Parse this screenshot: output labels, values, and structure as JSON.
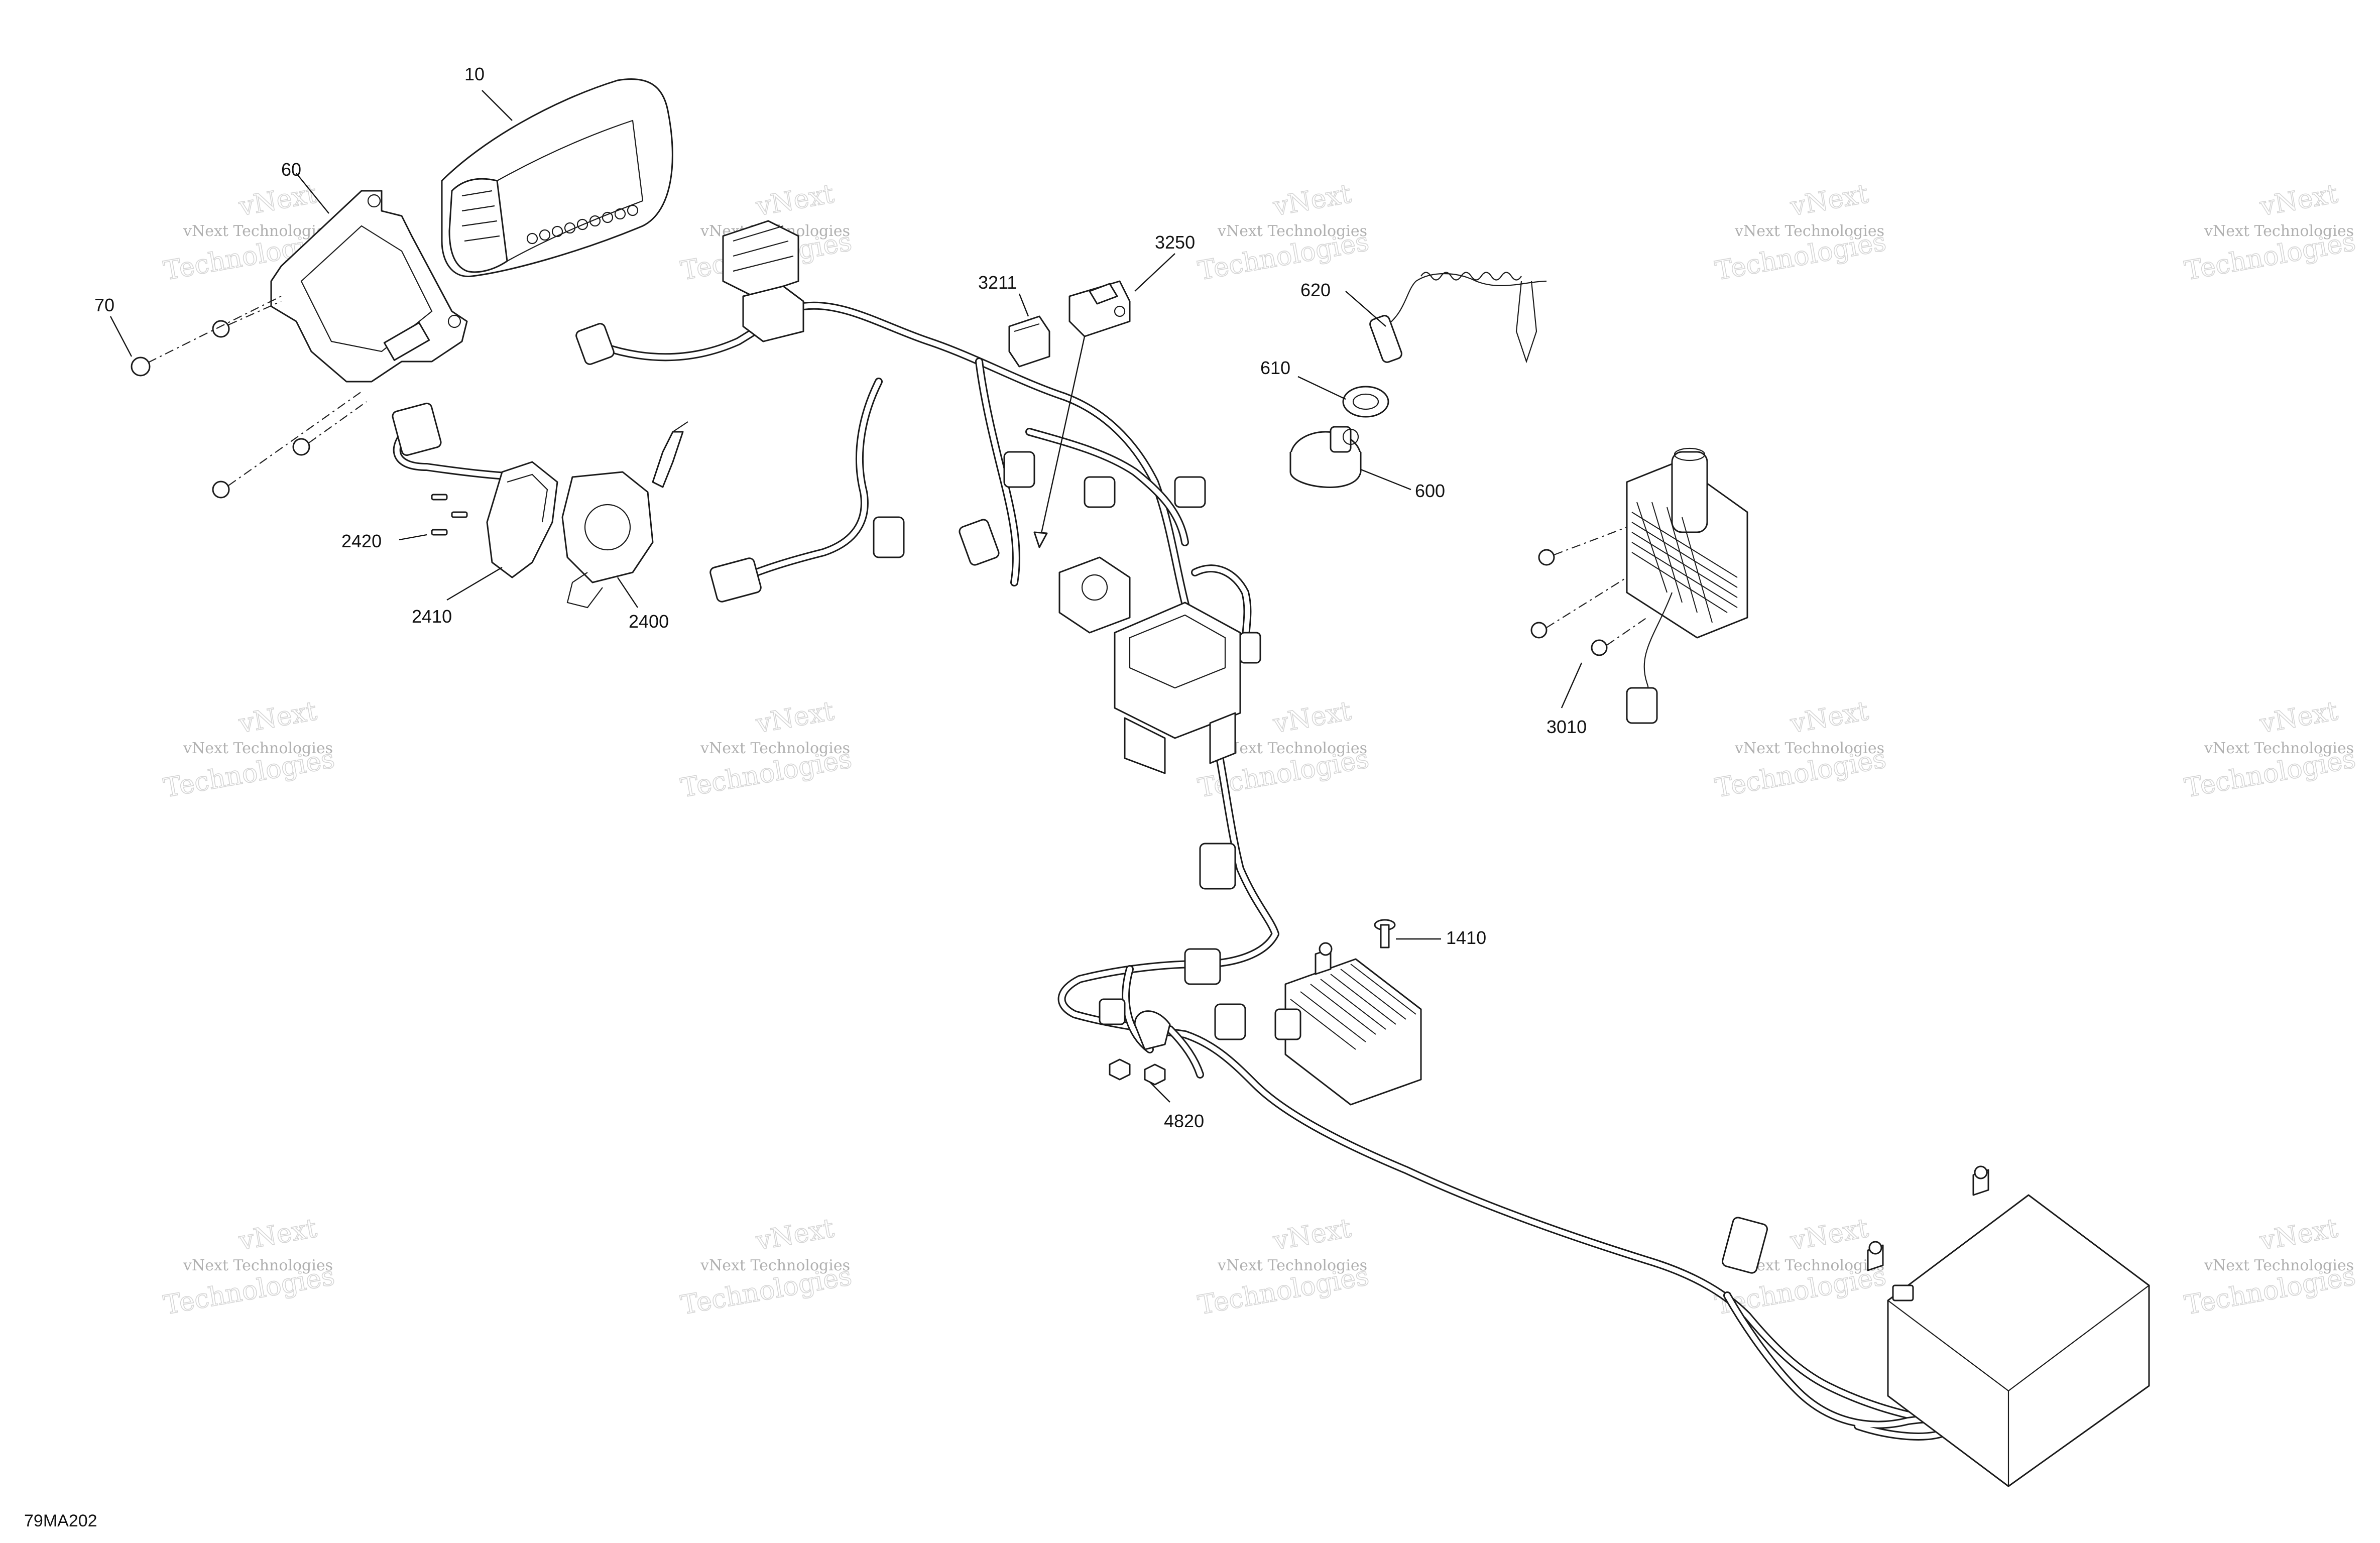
{
  "figure": {
    "code": "79MA202"
  },
  "watermark": {
    "line1": "vNext Technologies",
    "line2": "vNext",
    "line3": "Technologies"
  },
  "callouts": {
    "c10": "10",
    "c60": "60",
    "c70": "70",
    "c2420": "2420",
    "c2410": "2410",
    "c2400": "2400",
    "c3211": "3211",
    "c3250": "3250",
    "c620": "620",
    "c610": "610",
    "c600": "600",
    "c3010": "3010",
    "c1410": "1410",
    "c4820": "4820"
  }
}
